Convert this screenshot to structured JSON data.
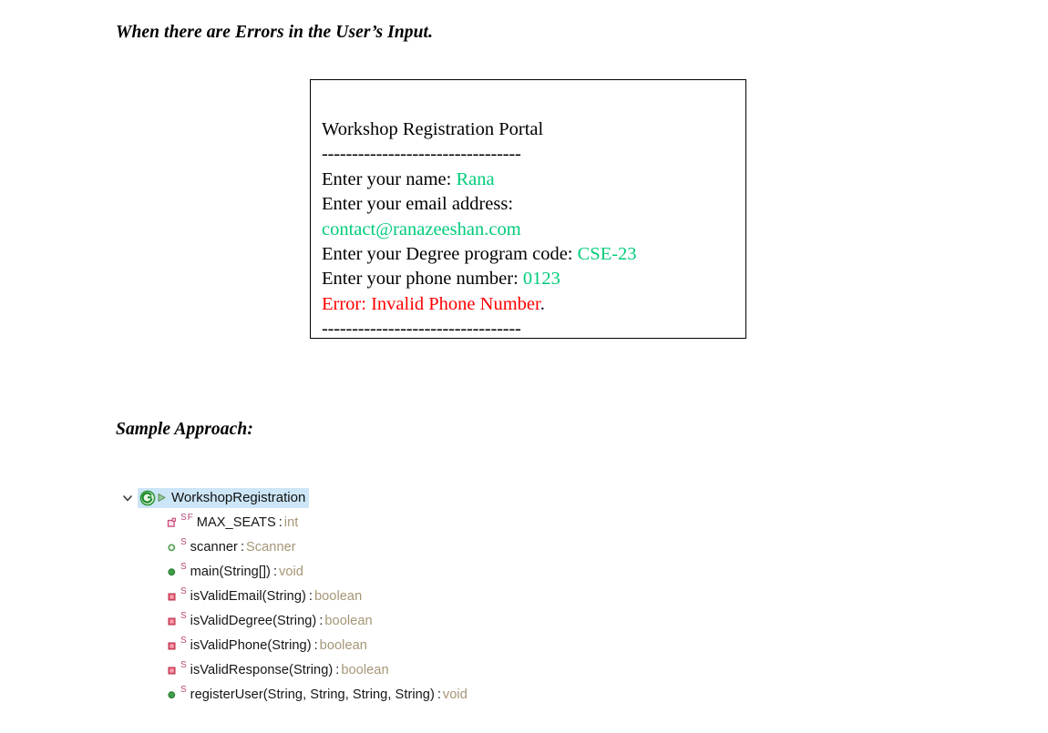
{
  "headings": {
    "errors": "When there are Errors in the User’s Input.",
    "sample": "Sample Approach:"
  },
  "console": {
    "title": "Workshop Registration Portal",
    "divider": "---------------------------------",
    "lines": [
      {
        "prompt": "Enter your name: ",
        "value": "Rana",
        "value_color": "#00CC7A"
      },
      {
        "prompt": "Enter your email address:",
        "value": "",
        "value_color": "#00CC7A"
      },
      {
        "prompt": "",
        "value": "contact@ranazeeshan.com",
        "value_color": "#00CC7A"
      },
      {
        "prompt": "Enter your Degree program code: ",
        "value": "CSE-23",
        "value_color": "#00CC7A"
      },
      {
        "prompt": "Enter your phone number: ",
        "value": "0123",
        "value_color": "#00CC7A"
      }
    ],
    "error_text": "Error: Invalid Phone Number",
    "error_period": ".",
    "error_color": "#FF0000",
    "divider_bottom": "---------------------------------"
  },
  "outline": {
    "class_name": "WorkshopRegistration",
    "class_icon": "java-class-icon",
    "run_icon": "run-arrow-icon",
    "expand_icon": "chevron-down-icon",
    "selection_color": "#CDE6F7",
    "members": [
      {
        "icon": "private-field-icon",
        "modifiers": [
          "S",
          "F"
        ],
        "name": "MAX_SEATS",
        "type": "int"
      },
      {
        "icon": "package-private-field-icon",
        "modifiers": [
          "S"
        ],
        "name": "scanner",
        "type": "Scanner"
      },
      {
        "icon": "public-method-icon",
        "modifiers": [
          "S"
        ],
        "name": "main(String[])",
        "type": "void"
      },
      {
        "icon": "private-method-icon",
        "modifiers": [
          "S"
        ],
        "name": "isValidEmail(String)",
        "type": "boolean"
      },
      {
        "icon": "private-method-icon",
        "modifiers": [
          "S"
        ],
        "name": "isValidDegree(String)",
        "type": "boolean"
      },
      {
        "icon": "private-method-icon",
        "modifiers": [
          "S"
        ],
        "name": "isValidPhone(String)",
        "type": "boolean"
      },
      {
        "icon": "private-method-icon",
        "modifiers": [
          "S"
        ],
        "name": "isValidResponse(String)",
        "type": "boolean"
      },
      {
        "icon": "public-method-icon",
        "modifiers": [
          "S"
        ],
        "name": "registerUser(String, String, String, String)",
        "type": "void"
      }
    ]
  }
}
